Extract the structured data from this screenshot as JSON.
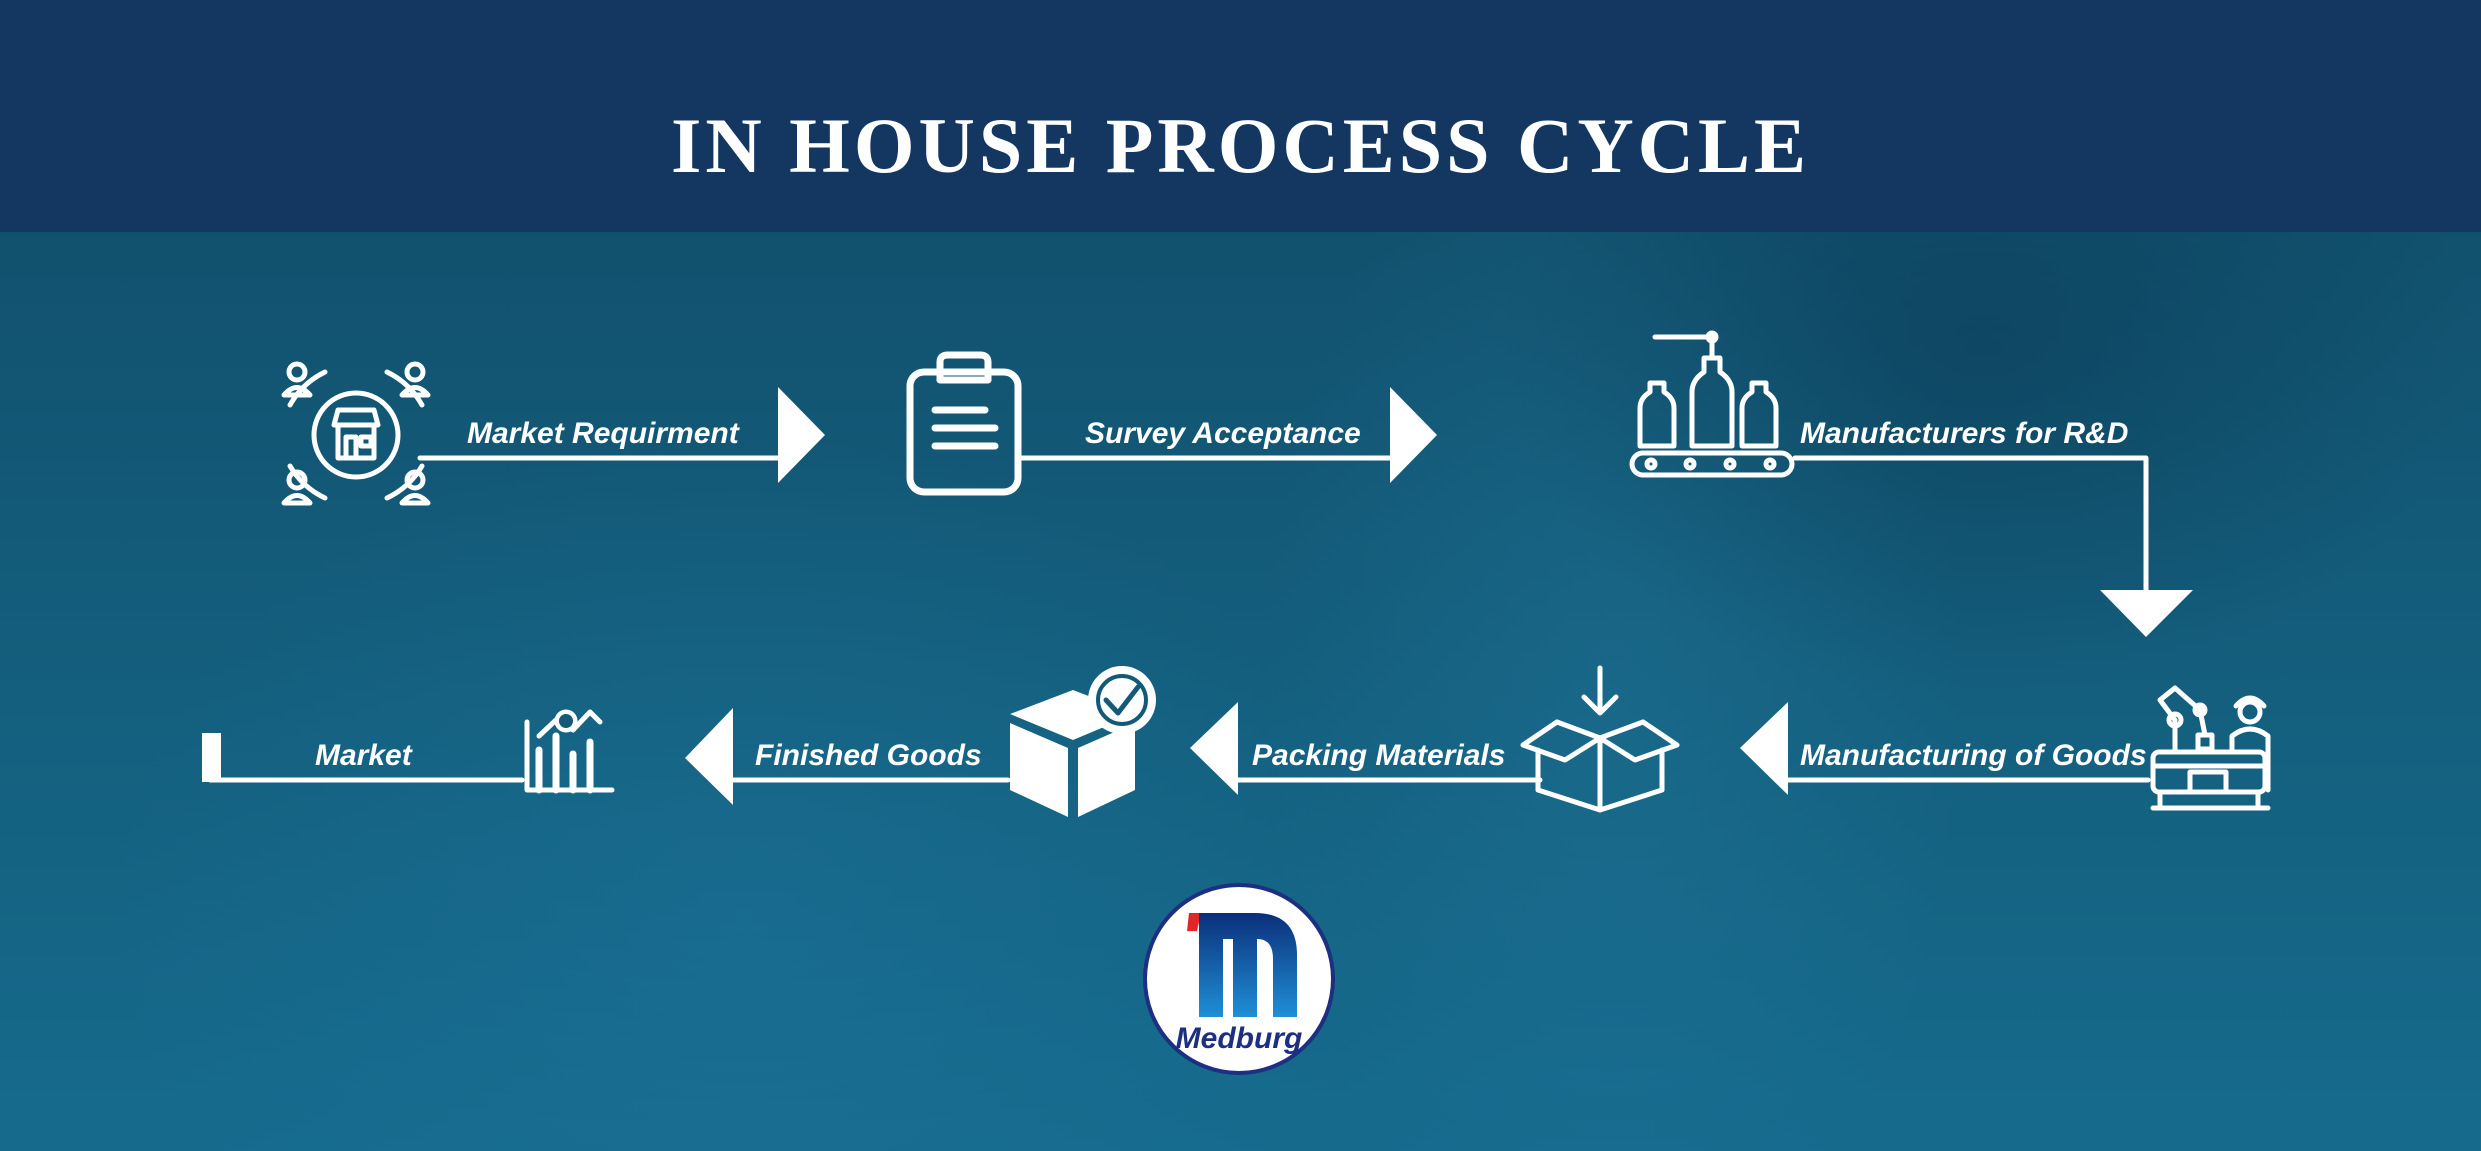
{
  "header": {
    "title": "IN HOUSE PROCESS CYCLE"
  },
  "steps": {
    "market_requirement": "Market Requirment",
    "survey_acceptance": "Survey Acceptance",
    "manufacturers_rd": "Manufacturers for R&D",
    "manufacturing_goods": "Manufacturing of Goods",
    "packing_materials": "Packing Materials",
    "finished_goods": "Finished Goods",
    "market": "Market"
  },
  "logo": {
    "brand": "Medburg",
    "mark": "m"
  },
  "colors": {
    "header": "#143762",
    "background": "#135a78",
    "foreground": "#ffffff",
    "logo_blue": "#1c2f80",
    "logo_red": "#e0262b"
  }
}
